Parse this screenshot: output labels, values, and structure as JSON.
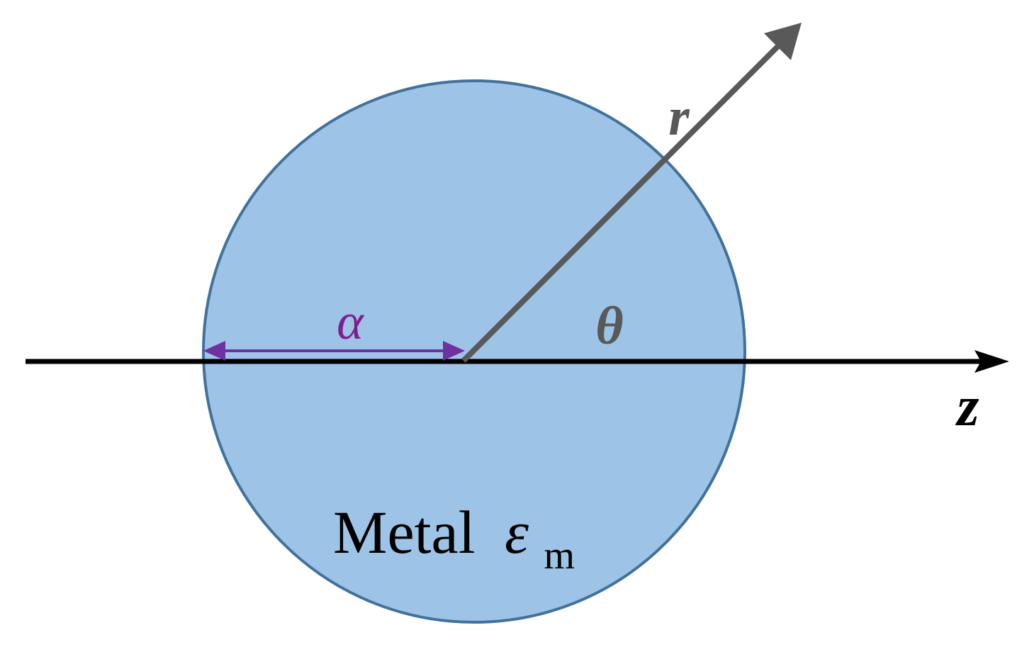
{
  "diagram": {
    "labels": {
      "radius_symbol": "α",
      "position_vector": "r",
      "angle_symbol": "θ",
      "axis_label": "z",
      "material_name": "Metal",
      "permittivity_symbol": "ε",
      "permittivity_subscript": "m"
    },
    "colors": {
      "sphere_fill": "#9dc3e6",
      "sphere_stroke": "#41719c",
      "axis": "#000000",
      "radius_arrow": "#7030a0",
      "radius_label": "#7f1f8e",
      "vector": "#595959"
    }
  }
}
